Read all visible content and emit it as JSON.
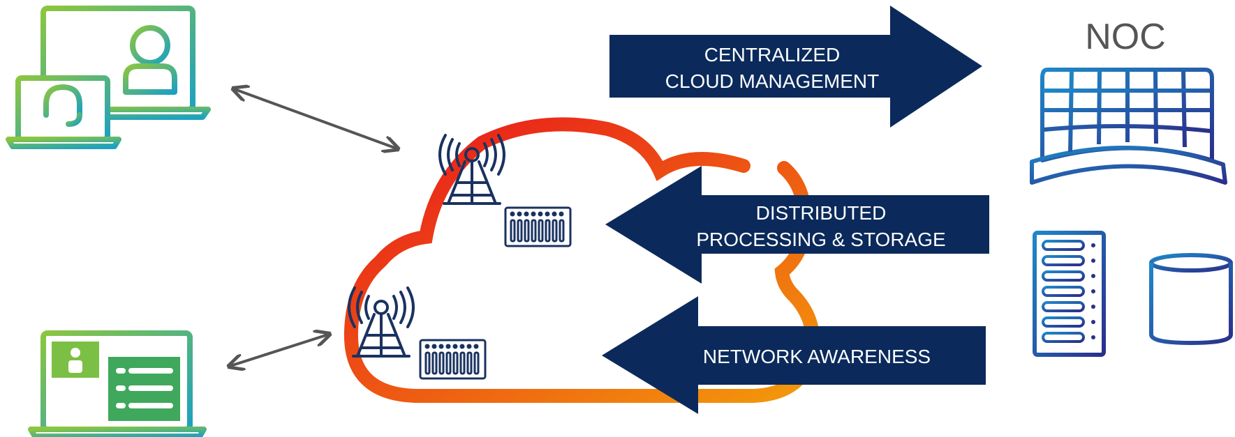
{
  "arrows": {
    "centralized": {
      "line1": "CENTRALIZED",
      "line2": "CLOUD MANAGEMENT"
    },
    "distributed": {
      "line1": "DISTRIBUTED",
      "line2": "PROCESSING & STORAGE"
    },
    "network": {
      "line1": "NETWORK AWARENESS"
    }
  },
  "noc": {
    "label": "NOC"
  },
  "colors": {
    "arrow_fill": "#0b2a5b",
    "cloud_start": "#e8141c",
    "cloud_end": "#f39a0b",
    "icon_blue": "#1a3260",
    "connector_gray": "#555555",
    "device_gradient": [
      "#8cc63f",
      "#1ba1c1"
    ],
    "noc_gradient": [
      "#1e88c8",
      "#2b2f8a"
    ]
  }
}
